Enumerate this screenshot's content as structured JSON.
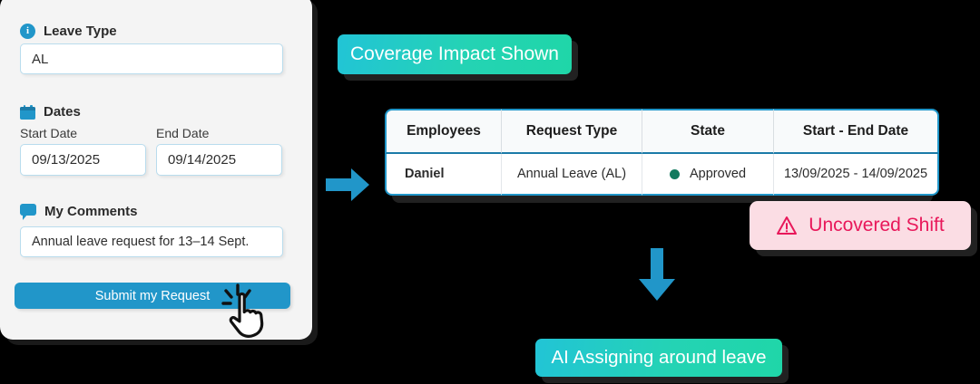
{
  "colors": {
    "background": "#000000",
    "accent_blue": "#2196c9",
    "badge_teal_start": "#22c4d6",
    "badge_teal_end": "#1fd6a8",
    "warn_bg": "#fbdde4",
    "warn_text": "#e8185a",
    "approved_dot": "#127a5e",
    "card_bg": "#f4f4f4"
  },
  "form": {
    "leave_type": {
      "icon": "info-icon",
      "label": "Leave Type",
      "value": "AL",
      "placeholder": "Leave type"
    },
    "dates": {
      "icon": "calendar-icon",
      "label": "Dates",
      "start": {
        "label": "Start Date",
        "value": "09/13/2025",
        "placeholder": "mm/dd/yyyy"
      },
      "end": {
        "label": "End Date",
        "value": "09/14/2025",
        "placeholder": "mm/dd/yyyy"
      }
    },
    "comments": {
      "icon": "comment-icon",
      "label": "My Comments",
      "value": "Annual leave request for 13–14 Sept.",
      "placeholder": "Add a comment"
    },
    "submit": {
      "label": "Submit my Request",
      "cursor": "pointer-hand-click-icon"
    }
  },
  "badges": {
    "coverage": {
      "label": "Coverage Impact Shown"
    },
    "uncovered": {
      "icon": "warning-triangle-icon",
      "label": "Uncovered Shift"
    },
    "ai_assign": {
      "label": "AI Assigning around leave"
    }
  },
  "arrows": {
    "right": "arrow-right-icon",
    "down": "arrow-down-icon"
  },
  "table": {
    "columns": [
      "Employees",
      "Request Type",
      "State",
      "Start - End Date"
    ],
    "rows": [
      {
        "employee": "Daniel",
        "request_type": "Annual Leave (AL)",
        "state": "Approved",
        "state_dot": "status-dot-approved",
        "dates": "13/09/2025 - 14/09/2025"
      }
    ]
  }
}
